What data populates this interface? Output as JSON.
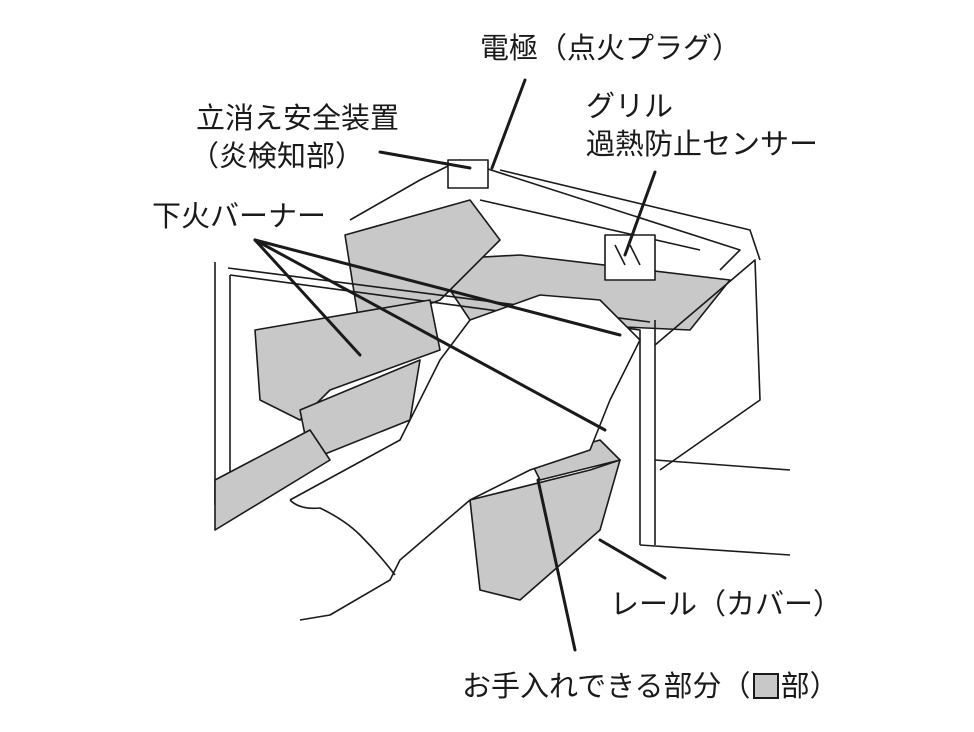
{
  "labels": {
    "electrode": "電極（点火プラグ）",
    "flame_safety_line1": "立消え安全装置",
    "flame_safety_line2": "（炎検知部）",
    "grill_sensor_line1": "グリル",
    "grill_sensor_line2": "過熱防止センサー",
    "lower_burner": "下火バーナー",
    "rail": "レール（カバー）",
    "cleanable_prefix": "お手入れできる部分（",
    "cleanable_suffix": "部）"
  },
  "colors": {
    "cleanable_fill": "#c8c8c8",
    "line": "#1a1a1a"
  }
}
